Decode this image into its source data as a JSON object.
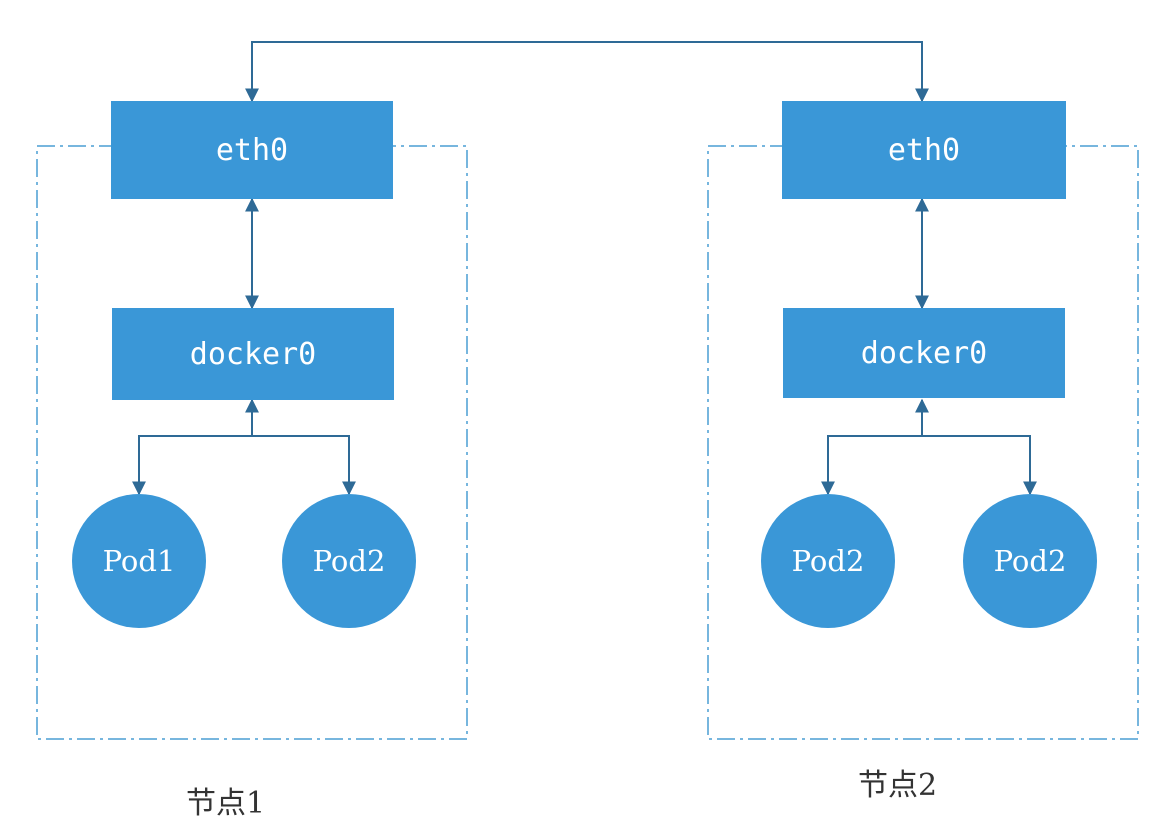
{
  "colors": {
    "box_fill": "#3a97d7",
    "line": "#2e6a96",
    "dashed_border": "#4a9dd4",
    "text_on_box": "#ffffff",
    "label_text": "#333333"
  },
  "nodes": [
    {
      "label": "节点1",
      "eth_label": "eth0",
      "bridge_label": "docker0",
      "pods": [
        "Pod1",
        "Pod2"
      ]
    },
    {
      "label": "节点2",
      "eth_label": "eth0",
      "bridge_label": "docker0",
      "pods": [
        "Pod2",
        "Pod2"
      ]
    }
  ]
}
